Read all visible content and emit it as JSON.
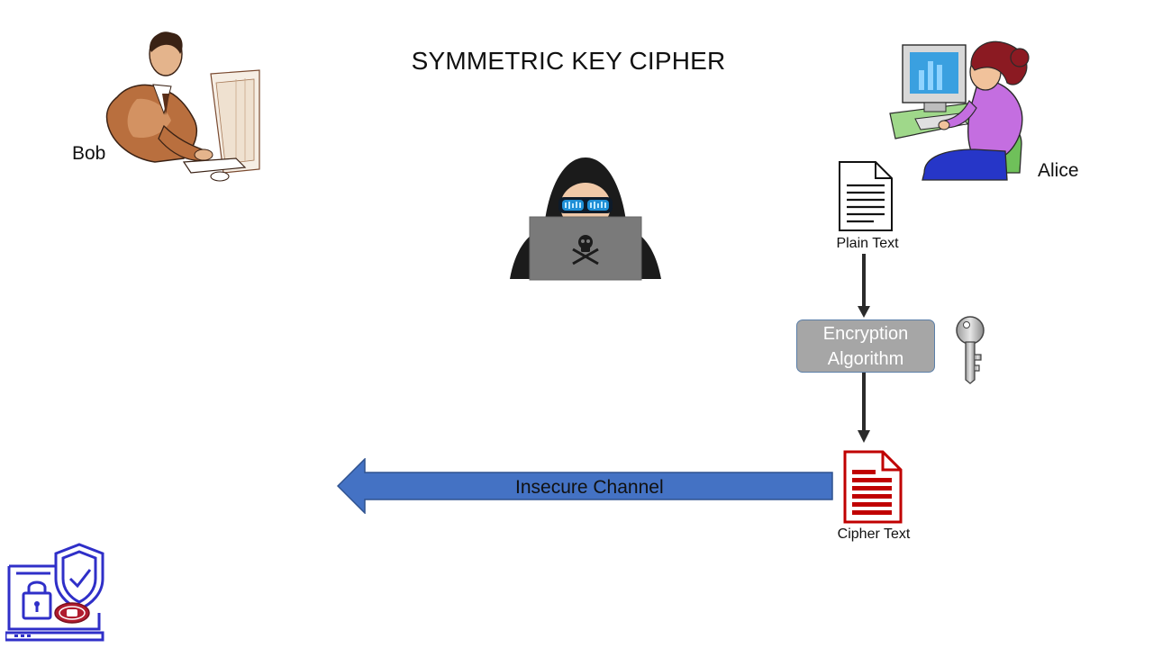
{
  "diagram": {
    "title": "SYMMETRIC KEY CIPHER",
    "bob": {
      "label": "Bob"
    },
    "alice": {
      "label": "Alice"
    },
    "plain_text": {
      "label": "Plain Text"
    },
    "encryption": {
      "line1": "Encryption",
      "line2": "Algorithm"
    },
    "cipher_text": {
      "label": "Cipher Text"
    },
    "channel": {
      "label": "Insecure Channel",
      "color": "#4472c4"
    },
    "colors": {
      "arrow": "#2b2b2b",
      "cipher_doc": "#c00000",
      "box_fill": "#a6a6a6",
      "logo": "#2f2fc8",
      "logo_badge": "#b01c2e",
      "hacker_visor": "#1f8fd6"
    }
  }
}
